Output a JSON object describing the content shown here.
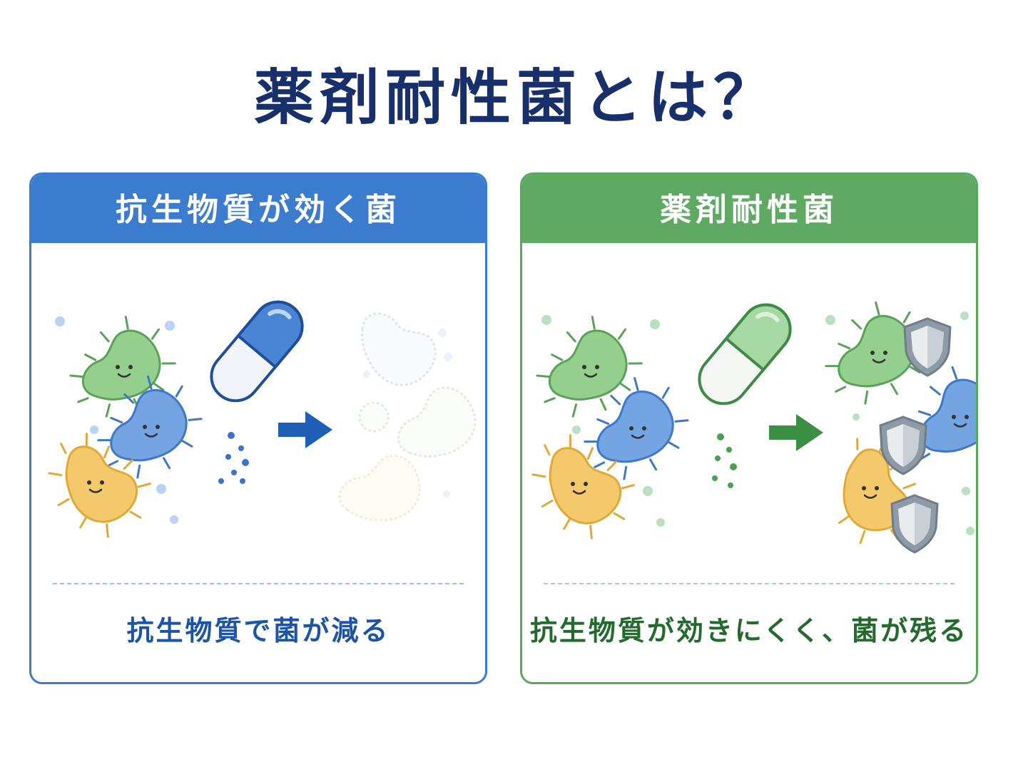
{
  "title": "薬剤耐性菌とは？",
  "panels": [
    {
      "header": "抗生物質が効く菌",
      "caption": "抗生物質で菌が減る",
      "accent": "#3b7cce",
      "icons": [
        "bacteria-icon",
        "capsule-icon",
        "arrow-right-icon",
        "faded-bacteria-icon"
      ]
    },
    {
      "header": "薬剤耐性菌",
      "caption": "抗生物質が効きにくく、菌が残る",
      "accent": "#5faa62",
      "icons": [
        "bacteria-icon",
        "capsule-icon",
        "arrow-right-icon",
        "shield-icon"
      ]
    }
  ],
  "colors": {
    "title": "#17306b",
    "bacteria_green": "#8fcb8a",
    "bacteria_blue": "#6ea0e0",
    "bacteria_yellow": "#f2c766",
    "shield": "#9aa6b2"
  }
}
